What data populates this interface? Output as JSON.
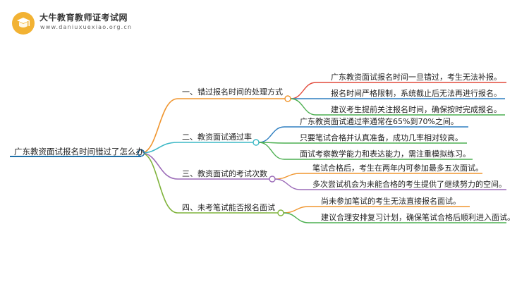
{
  "brand": {
    "title": "大牛教育教师证考试网",
    "url": "www.daniuxuexiao.org.cn"
  },
  "colors": {
    "root": "#1d6fa8",
    "branch1": "#f0952e",
    "branch2": "#3cb8c6",
    "branch3": "#9b6bb8",
    "branch4": "#7fb33b",
    "red": "#e24a3b",
    "green": "#4caf50",
    "blue": "#2f7fc1",
    "purple": "#9b6bb8",
    "orange": "#f0952e"
  },
  "root": {
    "label": "广东教资面试报名时间错过了怎么办"
  },
  "branches": [
    {
      "label": "一、错过报名时间的处理方式",
      "leaves": [
        "广东教资面试报名时间一旦错过，考生无法补报。",
        "报名时间严格限制，系统截止后无法再进行报名。",
        "建议考生提前关注报名时间，确保按时完成报名。"
      ]
    },
    {
      "label": "二、教资面试通过率",
      "leaves": [
        "广东教资面试通过率通常在65%到70%之间。",
        "只要笔试合格并认真准备，成功几率相对较高。",
        "面试考察教学能力和表达能力，需注重模拟练习。"
      ]
    },
    {
      "label": "三、教资面试的考试次数",
      "leaves": [
        "笔试合格后，考生在两年内可参加最多五次面试。",
        "多次尝试机会为未能合格的考生提供了继续努力的空间。"
      ]
    },
    {
      "label": "四、未考笔试能否报名面试",
      "leaves": [
        "尚未参加笔试的考生无法直接报名面试。",
        "建议合理安排复习计划，确保笔试合格后顺利进入面试。"
      ]
    }
  ]
}
